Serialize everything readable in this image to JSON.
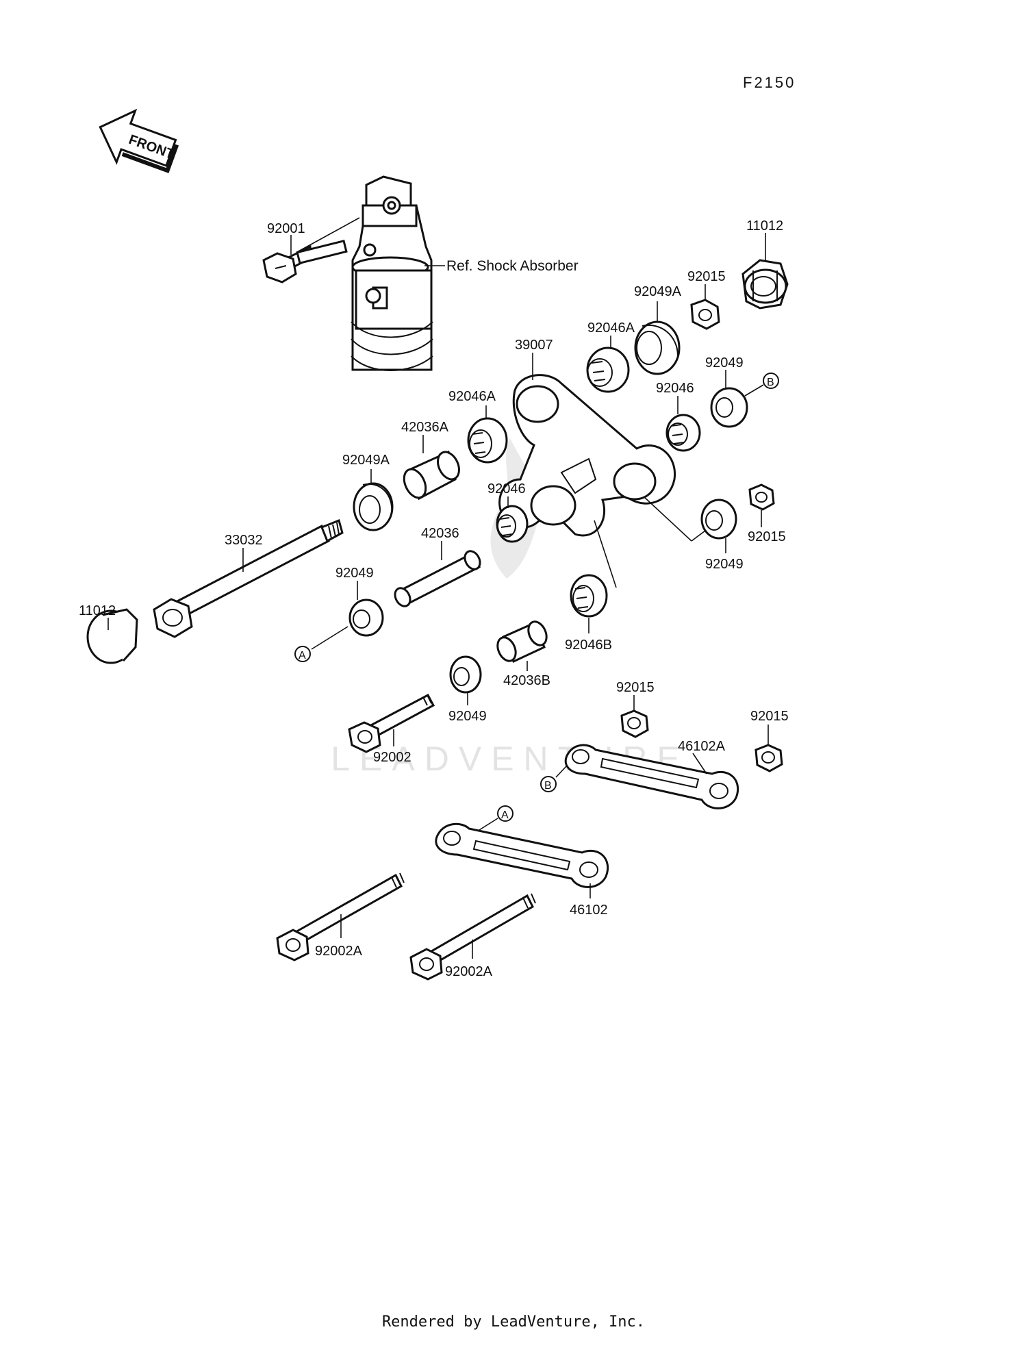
{
  "figure_code": "F2150",
  "front_label": "FRONT",
  "ref_label": "Ref. Shock Absorber",
  "watermark": "LEADVENTURE",
  "footer": "Rendered by LeadVenture, Inc.",
  "parts": {
    "p92001": "92001",
    "p11012_top": "11012",
    "p92015_a": "92015",
    "p92049A_a": "92049A",
    "p92046A_a": "92046A",
    "p39007": "39007",
    "p92049_a": "92049",
    "p92046_a": "92046",
    "p92046A_b": "92046A",
    "p42036A": "42036A",
    "p92049A_b": "92049A",
    "p92046_b": "92046",
    "p92015_b": "92015",
    "p92049_b": "92049",
    "p33032": "33032",
    "p42036": "42036",
    "p92049_c": "92049",
    "p11012_left": "11012",
    "p92046B": "92046B",
    "p42036B": "42036B",
    "p92049_d": "92049",
    "p92015_c": "92015",
    "p92015_d": "92015",
    "p92002": "92002",
    "p46102A": "46102A",
    "p46102": "46102",
    "p92002A_a": "92002A",
    "p92002A_b": "92002A"
  },
  "markers": {
    "a1": "A",
    "a2": "A",
    "b1": "B",
    "b2": "B"
  }
}
